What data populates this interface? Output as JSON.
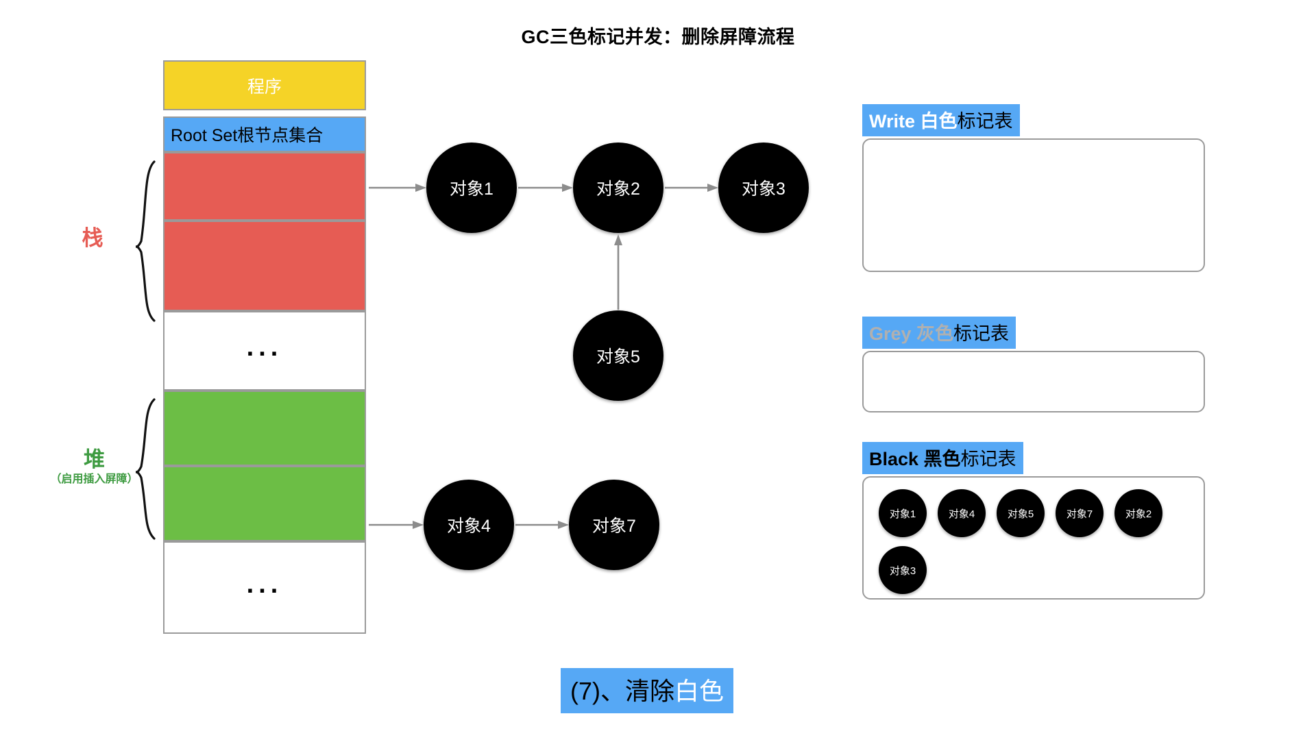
{
  "title": "GC三色标记并发：删除屏障流程",
  "memory": {
    "program_label": "程序",
    "rootset_label": "Root Set根节点集合",
    "ellipsis": "...",
    "stack_label": "栈",
    "heap_label": "堆",
    "heap_sublabel": "（启用插入屏障）",
    "colors": {
      "program": "#F5D327",
      "rootset": "#56A8F5",
      "stack_cell": "#E65C54",
      "heap_cell": "#6CBE45",
      "blank_cell": "#FFFFFF",
      "cell_border": "#9A9A9A",
      "stack_label": "#E65C54",
      "heap_label": "#3E9B41"
    }
  },
  "graph": {
    "nodes": [
      {
        "id": "obj1",
        "label": "对象1"
      },
      {
        "id": "obj2",
        "label": "对象2"
      },
      {
        "id": "obj3",
        "label": "对象3"
      },
      {
        "id": "obj5",
        "label": "对象5"
      },
      {
        "id": "obj4",
        "label": "对象4"
      },
      {
        "id": "obj7",
        "label": "对象7"
      }
    ],
    "node_color": "#000000",
    "node_text_color": "#FFFFFF",
    "edge_color": "#8C8C8C"
  },
  "tables": [
    {
      "id": "white-table",
      "head_bold": "Write 白色",
      "head_rest": "标记表",
      "head_bold_color": "#FFFFFF",
      "head_rest_color": "#000000",
      "head_bg": "#56A8F5",
      "items": []
    },
    {
      "id": "grey-table",
      "head_bold": "Grey 灰色",
      "head_rest": "标记表",
      "head_bold_color": "#B0B0B0",
      "head_rest_color": "#000000",
      "head_bg": "#56A8F5",
      "items": []
    },
    {
      "id": "black-table",
      "head_bold": "Black 黑色",
      "head_rest": "标记表",
      "head_bold_color": "#000000",
      "head_rest_color": "#000000",
      "head_bg": "#56A8F5",
      "items_row1": [
        "对象1",
        "对象4",
        "对象5",
        "对象7",
        "对象2"
      ],
      "items_row2": [
        "对象3"
      ]
    }
  ],
  "caption": {
    "prefix": "(7)、清除",
    "highlight": "白色",
    "bg": "#56A8F5",
    "prefix_color": "#000000",
    "highlight_color": "#FFFFFF"
  }
}
